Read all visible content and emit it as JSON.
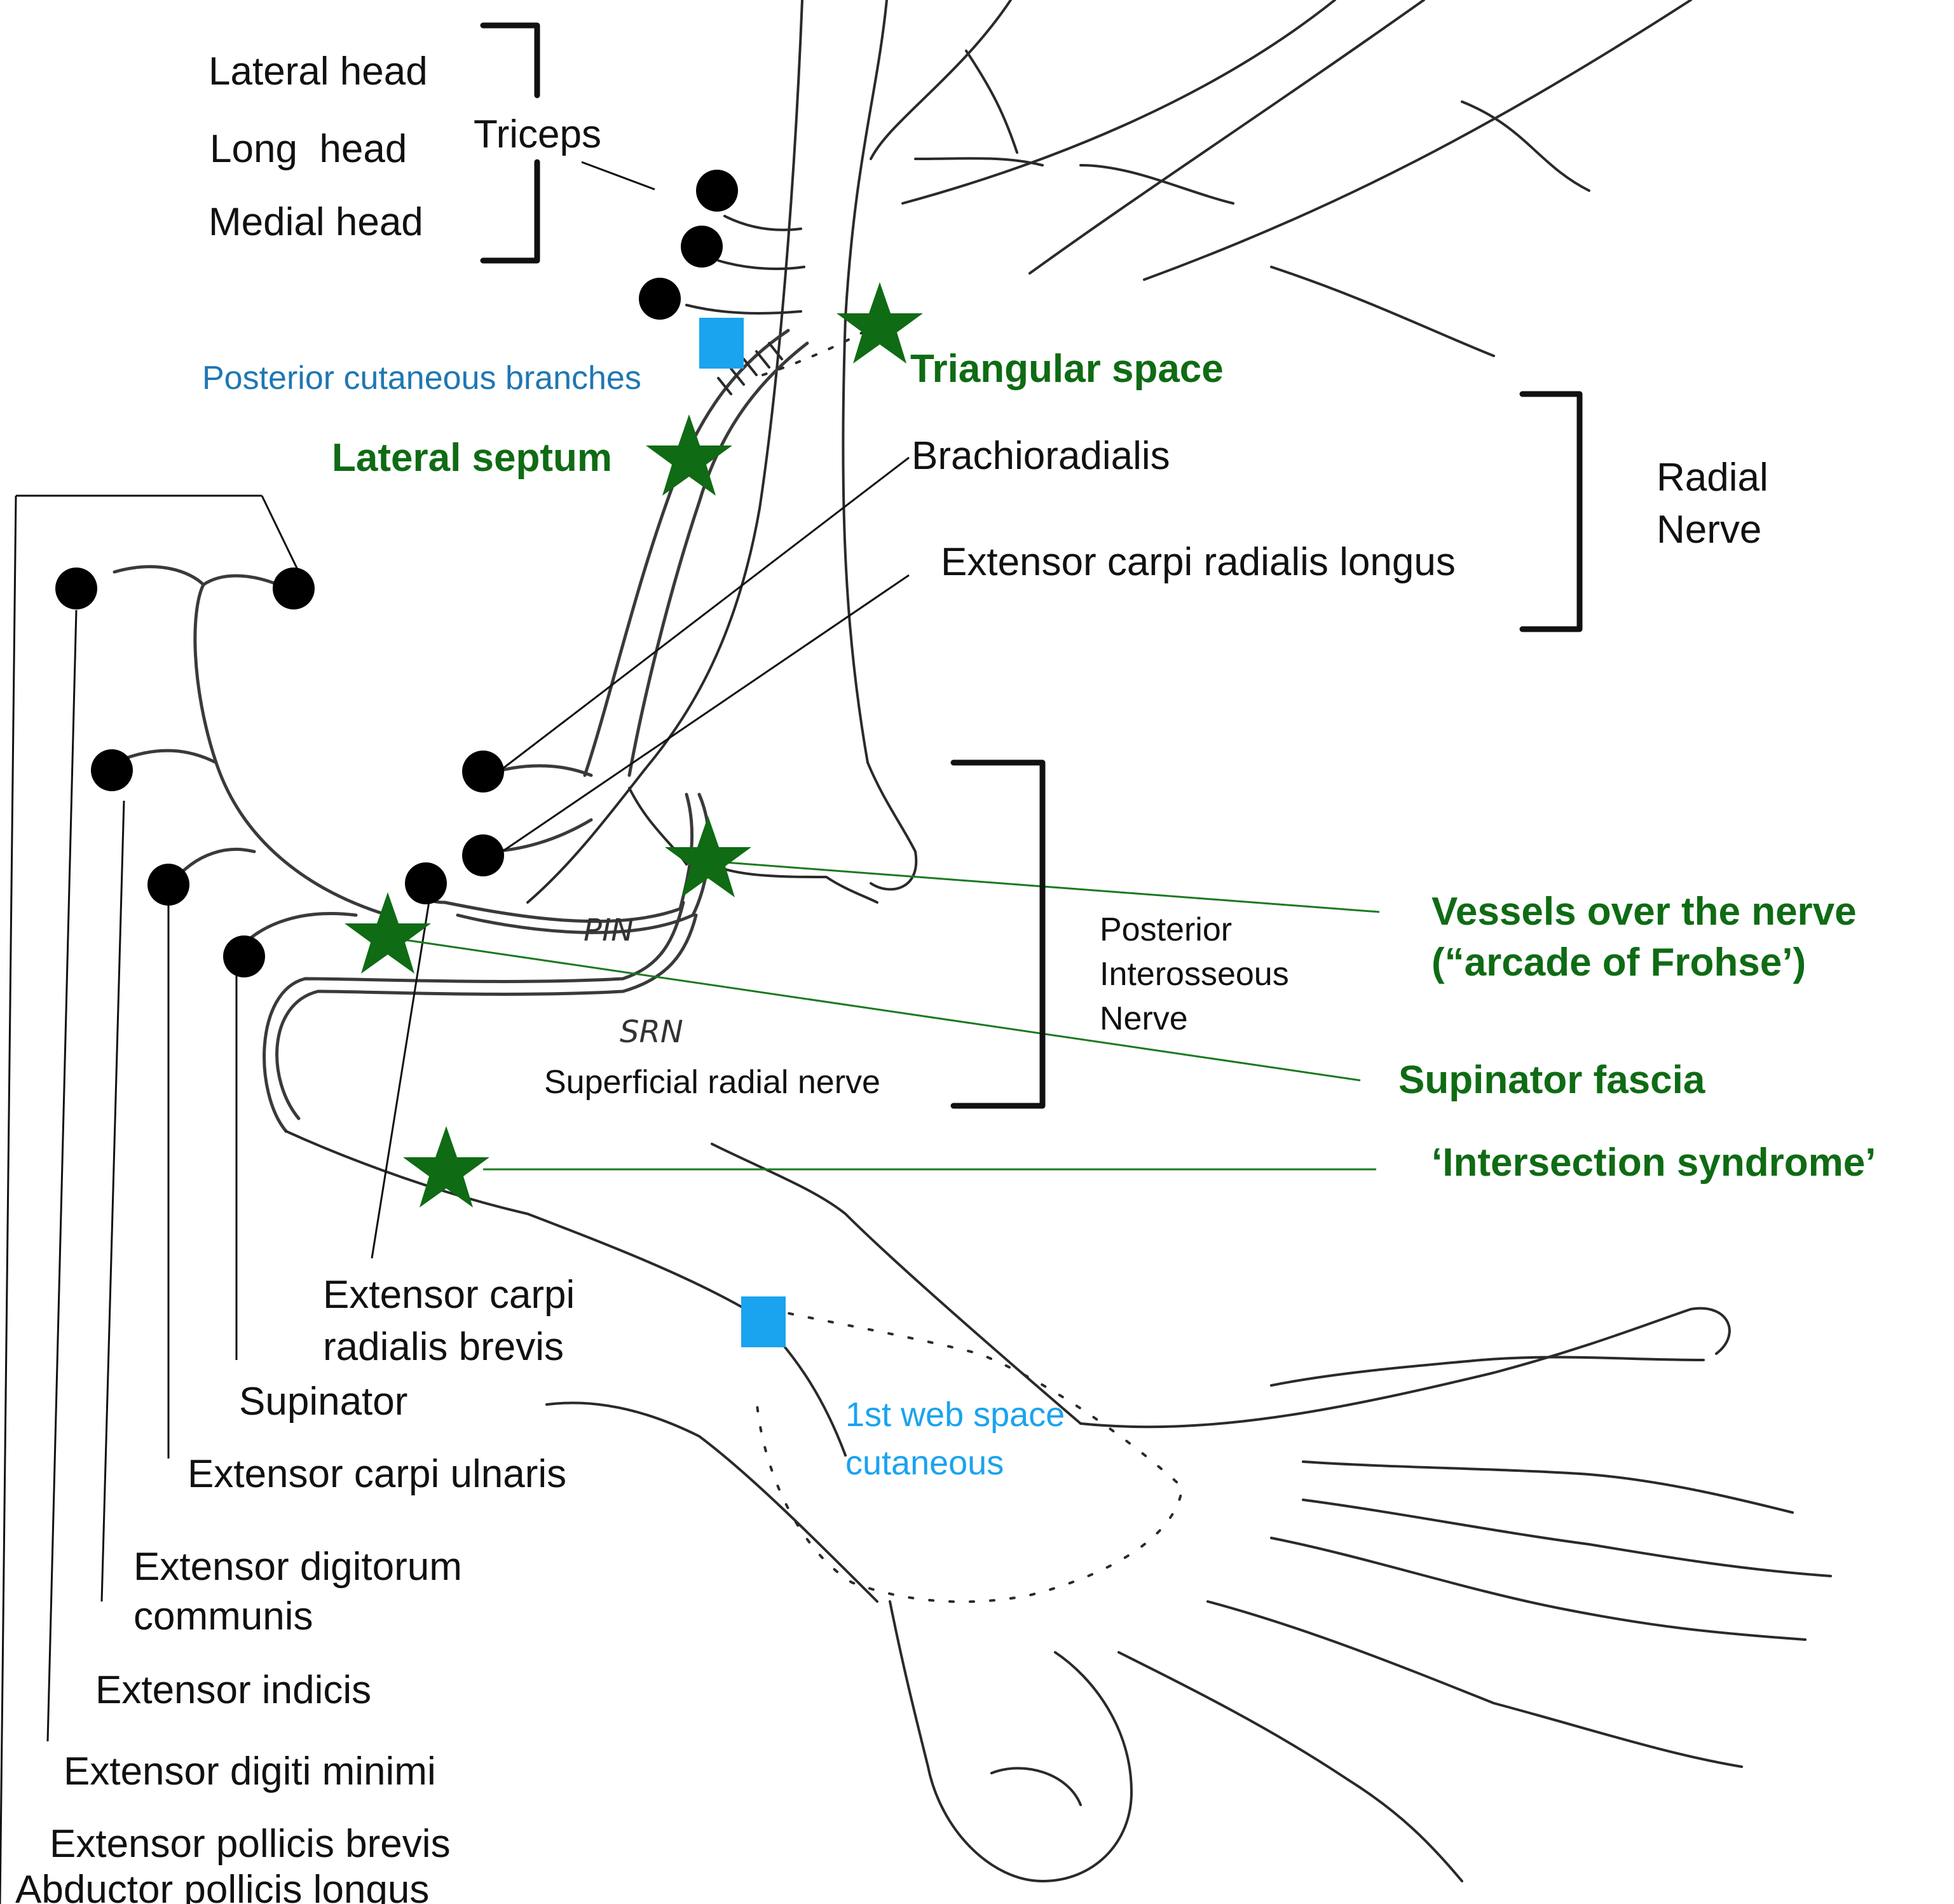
{
  "triceps": {
    "lateral_head": "Lateral head",
    "long_head": "Long  head",
    "medial_head": "Medial head",
    "label": "Triceps"
  },
  "radial_nerve": {
    "line1": "Radial",
    "line2": "Nerve"
  },
  "pin_group": {
    "line1": "Posterior",
    "line2": "Interosseous",
    "line3": "Nerve"
  },
  "blue_labels": {
    "posterior_cutaneous": "Posterior cutaneous branches",
    "web_line1": "1st web space",
    "web_line2": "cutaneous"
  },
  "green_labels": {
    "triangular_space": "Triangular space",
    "lateral_septum": "Lateral septum",
    "vessels_line1": "Vessels over the nerve",
    "vessels_line2": "(“arcade of Frohse’)",
    "supinator_fascia": "Supinator fascia",
    "intersection": "‘Intersection syndrome’"
  },
  "muscles": {
    "brachioradialis": "Brachioradialis",
    "ecrl": "Extensor carpi radialis longus",
    "ecrb_line1": "Extensor carpi",
    "ecrb_line2": "radialis brevis",
    "supinator": "Supinator",
    "ecu": "Extensor carpi ulnaris",
    "edc_line1": "Extensor digitorum",
    "edc_line2": "communis",
    "ext_indicis": "Extensor indicis",
    "edm": "Extensor digiti minimi",
    "epb": "Extensor pollicis brevis",
    "apl": "Abductor pollicis longus"
  },
  "nerve_labels": {
    "superficial_radial": "Superficial radial nerve",
    "pin_sketch": "PIN",
    "srn_sketch": "SRN"
  },
  "colors": {
    "landmark_green": "#0f6b14",
    "cutaneous_blue": "#1aa3ee",
    "muscle_dot": "#000000"
  }
}
